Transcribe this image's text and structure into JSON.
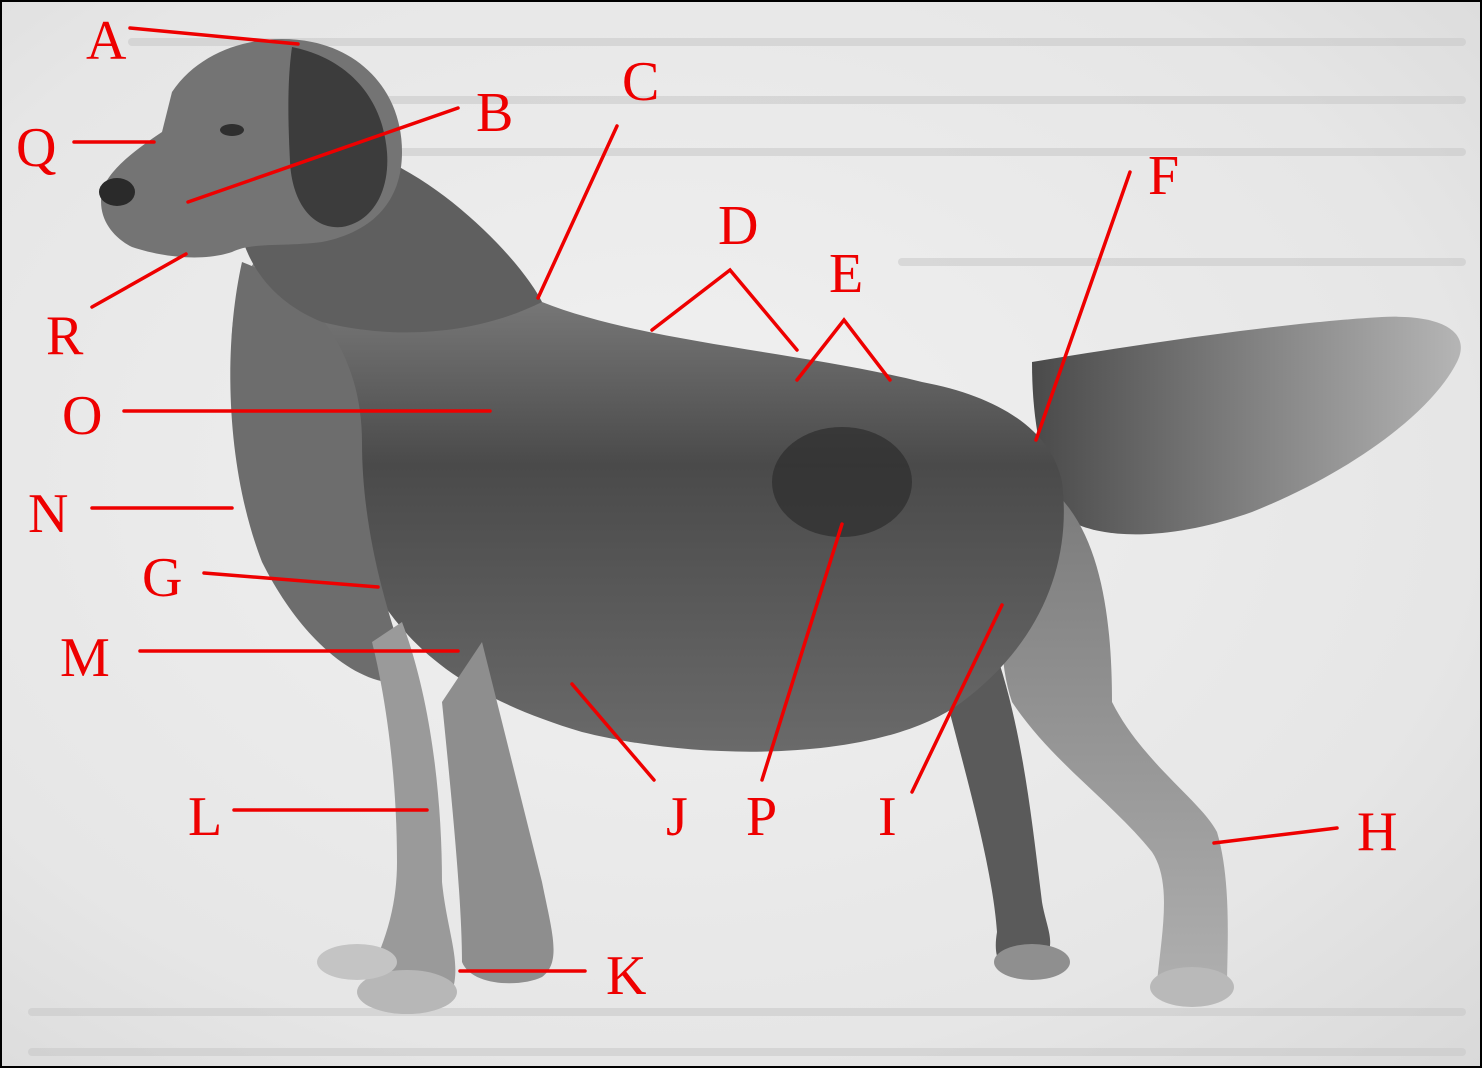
{
  "figure": {
    "colors": {
      "label": "#ee0000",
      "dog_dark": "#3c3c3c",
      "dog_mid": "#6e6e6e",
      "dog_light": "#a7a7a7",
      "paper": "#e9e9e9"
    },
    "illustration": "dog-body-icon",
    "labels": [
      {
        "id": "A",
        "text": "A"
      },
      {
        "id": "B",
        "text": "B"
      },
      {
        "id": "C",
        "text": "C"
      },
      {
        "id": "D",
        "text": "D"
      },
      {
        "id": "E",
        "text": "E"
      },
      {
        "id": "F",
        "text": "F"
      },
      {
        "id": "G",
        "text": "G"
      },
      {
        "id": "H",
        "text": "H"
      },
      {
        "id": "I",
        "text": "I"
      },
      {
        "id": "J",
        "text": "J"
      },
      {
        "id": "K",
        "text": "K"
      },
      {
        "id": "L",
        "text": "L"
      },
      {
        "id": "M",
        "text": "M"
      },
      {
        "id": "N",
        "text": "N"
      },
      {
        "id": "O",
        "text": "O"
      },
      {
        "id": "P",
        "text": "P"
      },
      {
        "id": "Q",
        "text": "Q"
      },
      {
        "id": "R",
        "text": "R"
      }
    ]
  }
}
